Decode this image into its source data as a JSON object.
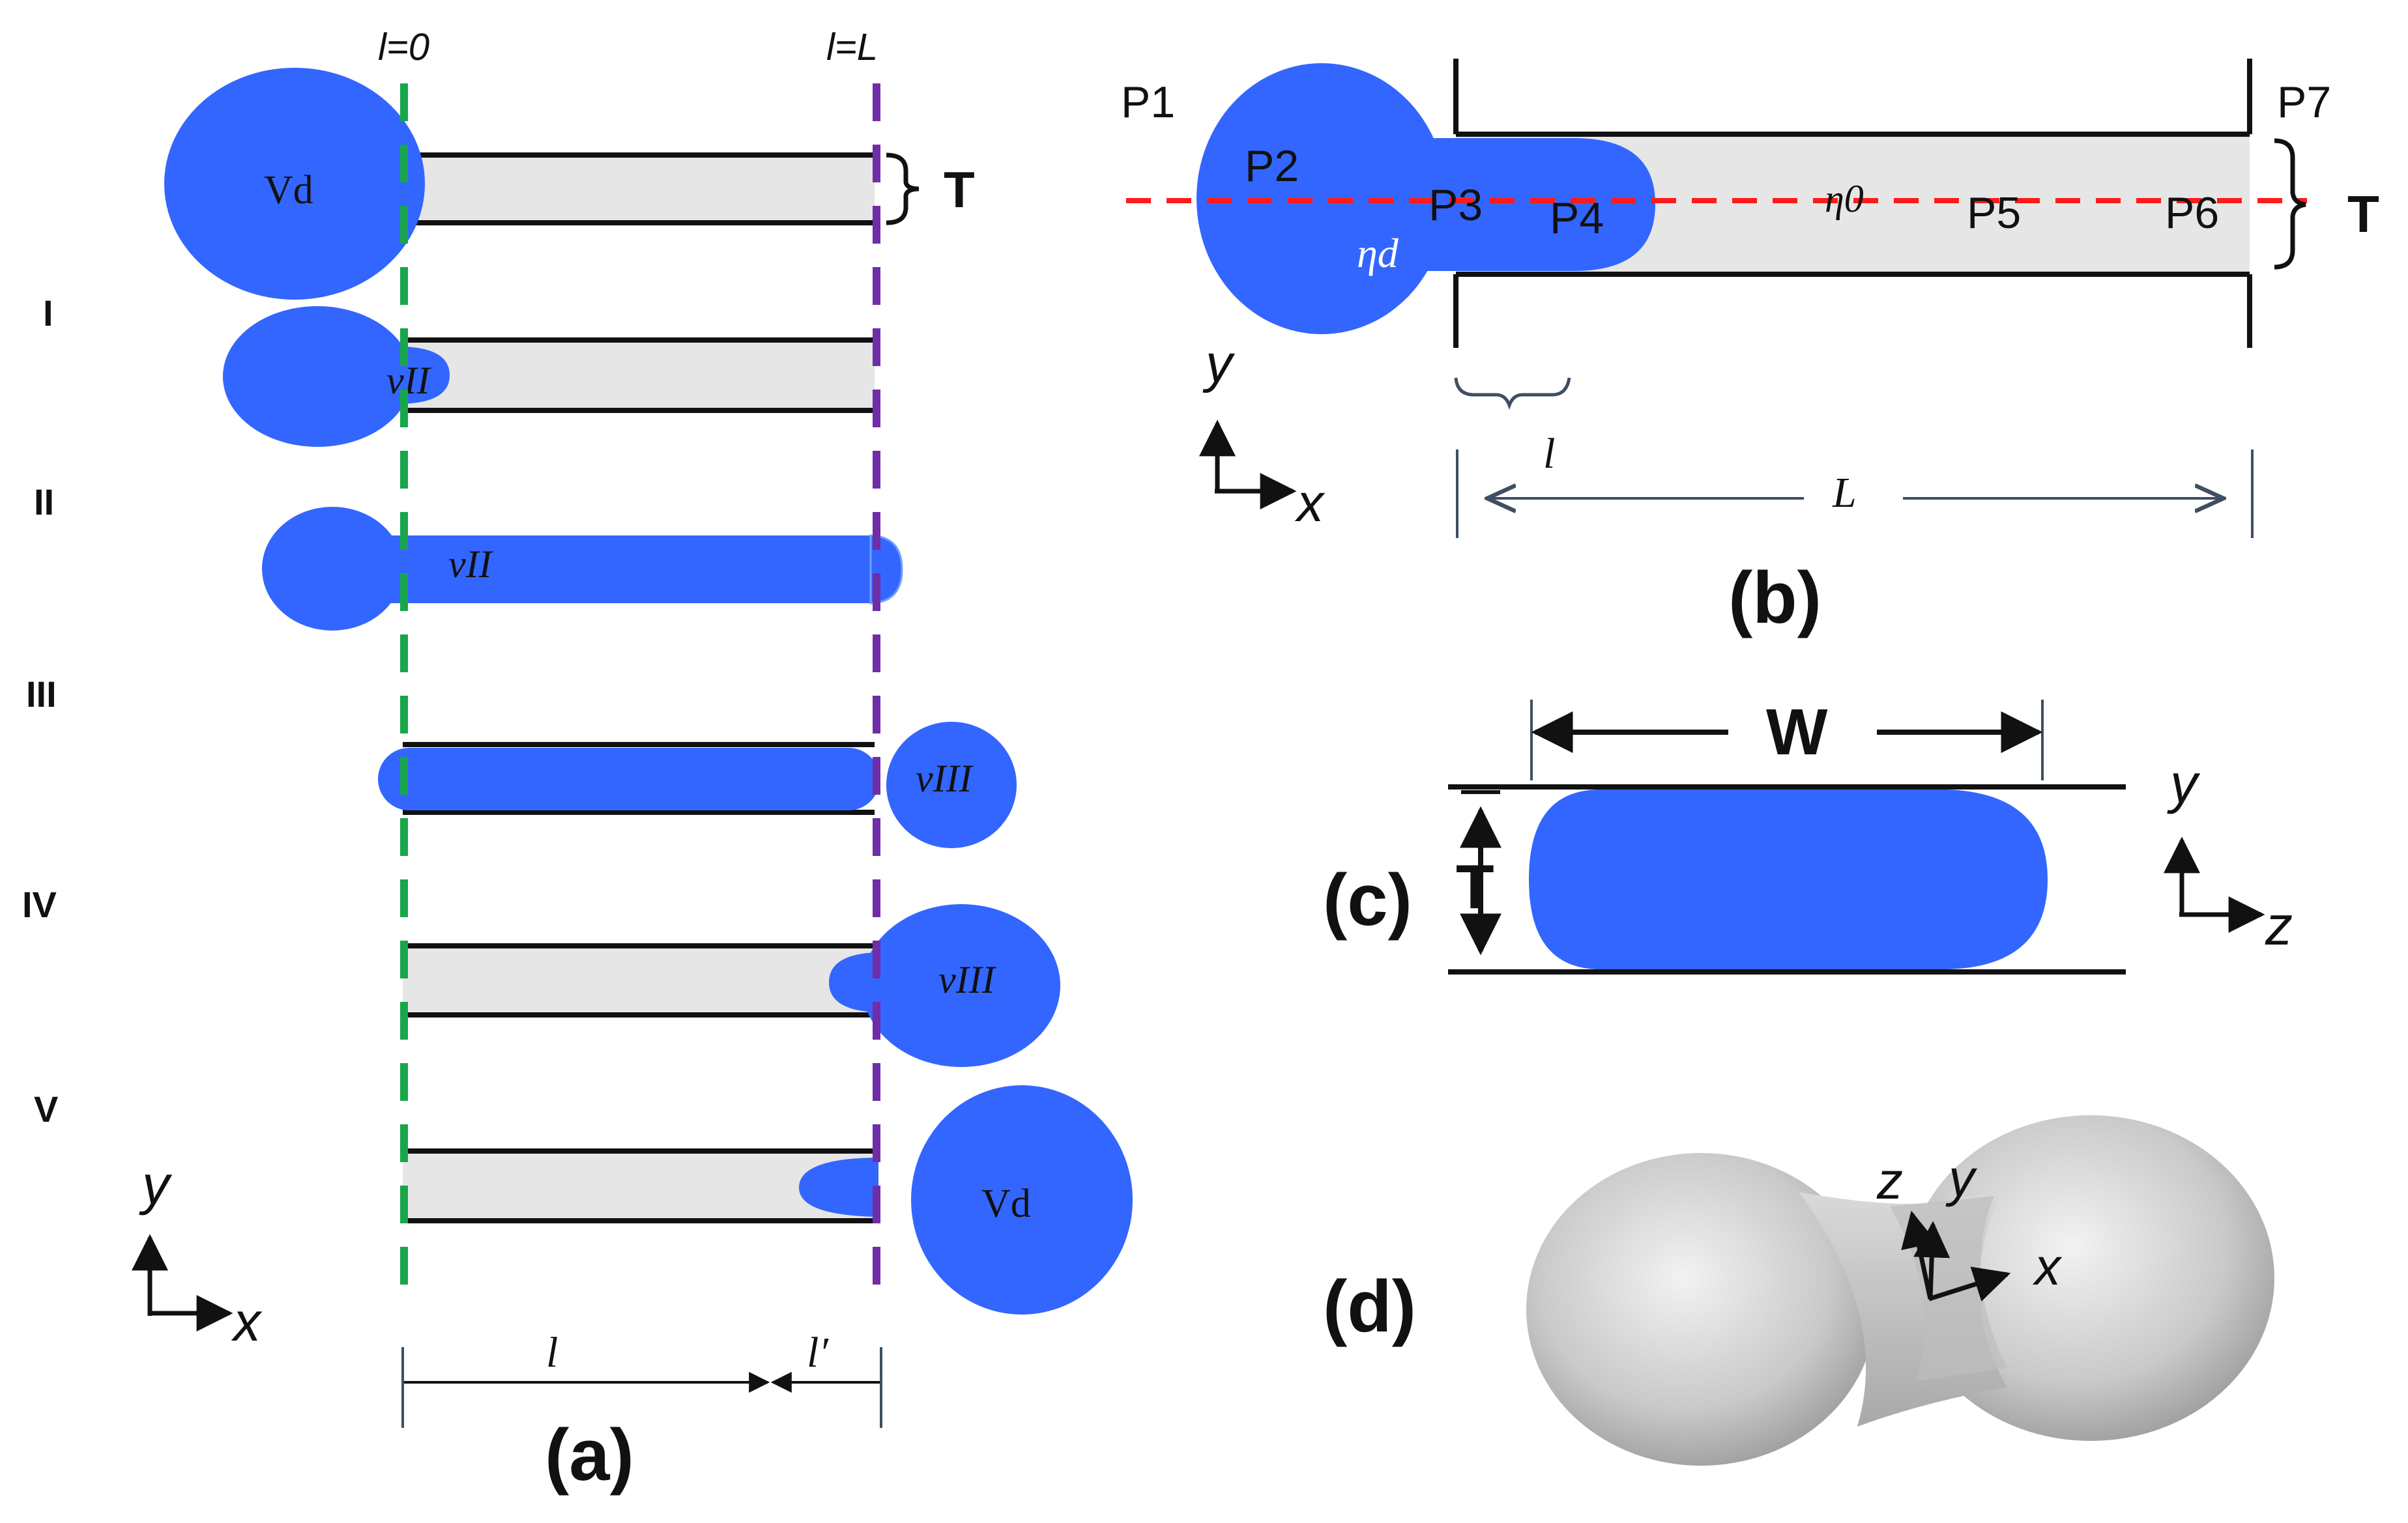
{
  "colors": {
    "fluid": "#3366ff",
    "channel_fill": "#e6e6e6",
    "wall": "#111111",
    "inlet_line": "#19a64b",
    "outlet_line": "#6f2da8",
    "centerline": "#ff1a1a",
    "dim_line": "#3f4f63"
  },
  "panel_a": {
    "caption": "(a)",
    "inlet_label": "l=0",
    "outlet_label": "l=L",
    "thickness_label": "T",
    "vd_left": "Vd",
    "vd_right": "Vd",
    "stage_labels": [
      "I",
      "II",
      "III",
      "IV",
      "V"
    ],
    "v_labels": [
      "vII",
      "vII",
      "vIII",
      "vIII"
    ],
    "axis_y": "y",
    "axis_x": "x",
    "dim_l": "l",
    "dim_l_prime": "l′"
  },
  "panel_b": {
    "caption": "(b)",
    "points": [
      "P1",
      "P2",
      "P3",
      "P4",
      "P5",
      "P6",
      "P7"
    ],
    "eta_d": "ηd",
    "eta_0": "η0",
    "thickness_label": "T",
    "axis_y": "y",
    "axis_x": "x",
    "dim_l": "l",
    "dim_L": "L"
  },
  "panel_c": {
    "caption": "(c)",
    "width_label": "W",
    "thickness_label": "T",
    "axis_y": "y",
    "axis_z": "z"
  },
  "panel_d": {
    "caption": "(d)",
    "axis_z": "z",
    "axis_y": "y",
    "axis_x": "x"
  }
}
